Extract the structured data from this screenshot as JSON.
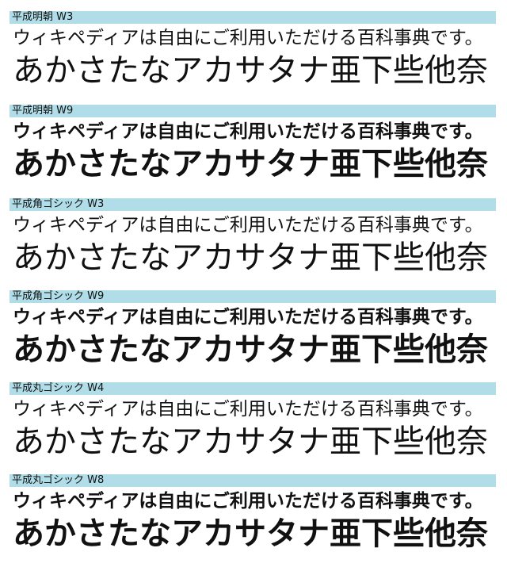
{
  "samples": [
    {
      "label": "平成明朝 W3",
      "sentence": "ウィキペディアは自由にご利用いただける百科事典です。",
      "chars": "あかさたなアカサタナ亜下些他奈"
    },
    {
      "label": "平成明朝 W9",
      "sentence": "ウィキペディアは自由にご利用いただける百科事典です。",
      "chars": "あかさたなアカサタナ亜下些他奈"
    },
    {
      "label": "平成角ゴシック W3",
      "sentence": "ウィキペディアは自由にご利用いただける百科事典です。",
      "chars": "あかさたなアカサタナ亜下些他奈"
    },
    {
      "label": "平成角ゴシック W9",
      "sentence": "ウィキペディアは自由にご利用いただける百科事典です。",
      "chars": "あかさたなアカサタナ亜下些他奈"
    },
    {
      "label": "平成丸ゴシック W4",
      "sentence": "ウィキペディアは自由にご利用いただける百科事典です。",
      "chars": "あかさたなアカサタナ亜下些他奈"
    },
    {
      "label": "平成丸ゴシック W8",
      "sentence": "ウィキペディアは自由にご利用いただける百科事典です。",
      "chars": "あかさたなアカサタナ亜下些他奈"
    }
  ],
  "colors": {
    "label_background": "#b0dde8",
    "text": "#111111",
    "page_background": "#ffffff"
  }
}
